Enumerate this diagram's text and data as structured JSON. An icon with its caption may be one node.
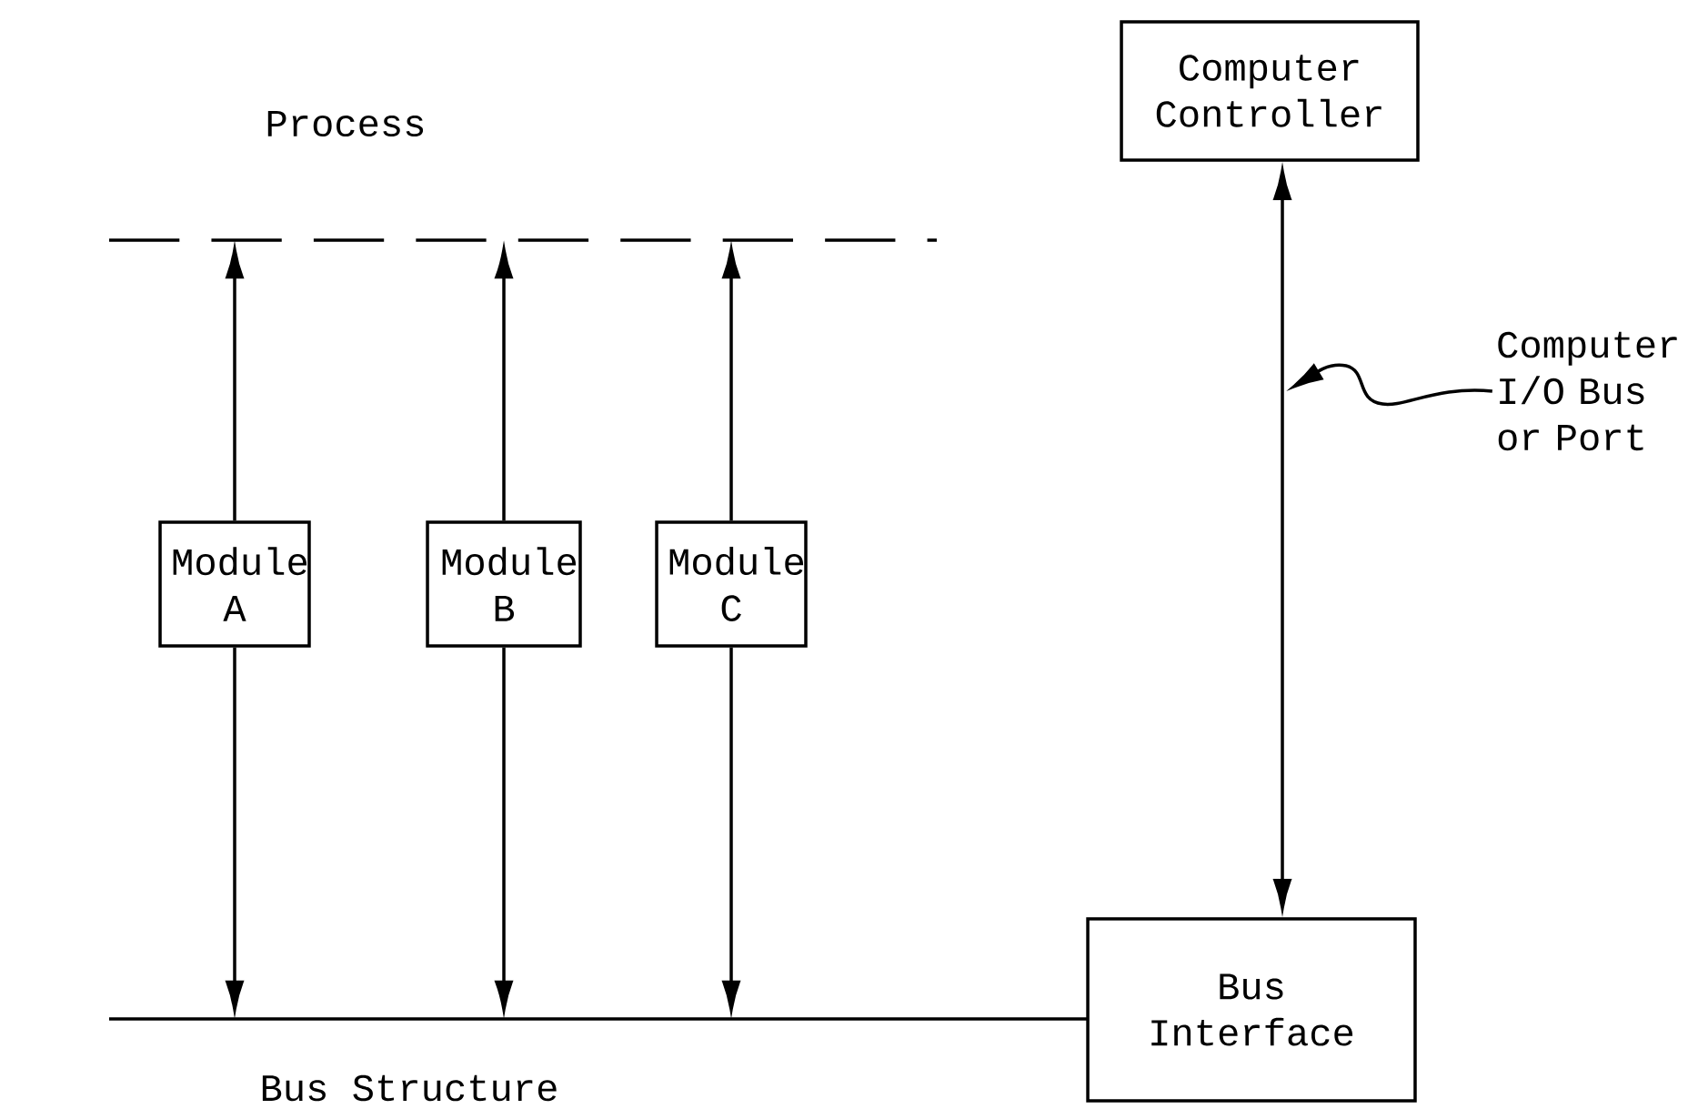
{
  "diagram": {
    "nodes": [
      {
        "text": [],
        "shape": "bar",
        "beside": [
          "Process"
        ]
      },
      {
        "text": [],
        "shape": "bar",
        "beside": [
          "Bus Structure"
        ]
      },
      {
        "text": [
          "Module A"
        ]
      },
      {
        "text": [
          "Module B"
        ]
      },
      {
        "text": [
          "Module C"
        ]
      },
      {
        "text": [
          "Computer Controller"
        ]
      },
      {
        "text": [
          "Bus Interface"
        ]
      },
      {
        "text": [
          "Computer I/O Bus or Port"
        ]
      }
    ],
    "edges": [
      {
        "from": 2,
        "to": 0,
        "arrow": "to"
      },
      {
        "from": 3,
        "to": 0,
        "arrow": "to"
      },
      {
        "from": 4,
        "to": 0,
        "arrow": "to"
      },
      {
        "from": 2,
        "to": 1,
        "arrow": "to"
      },
      {
        "from": 3,
        "to": 1,
        "arrow": "to"
      },
      {
        "from": 4,
        "to": 1,
        "arrow": "to"
      },
      {
        "from": 5,
        "to": 6,
        "arrow": "both"
      },
      {
        "from": 7,
        "to": null,
        "arrow": "to"
      }
    ]
  }
}
